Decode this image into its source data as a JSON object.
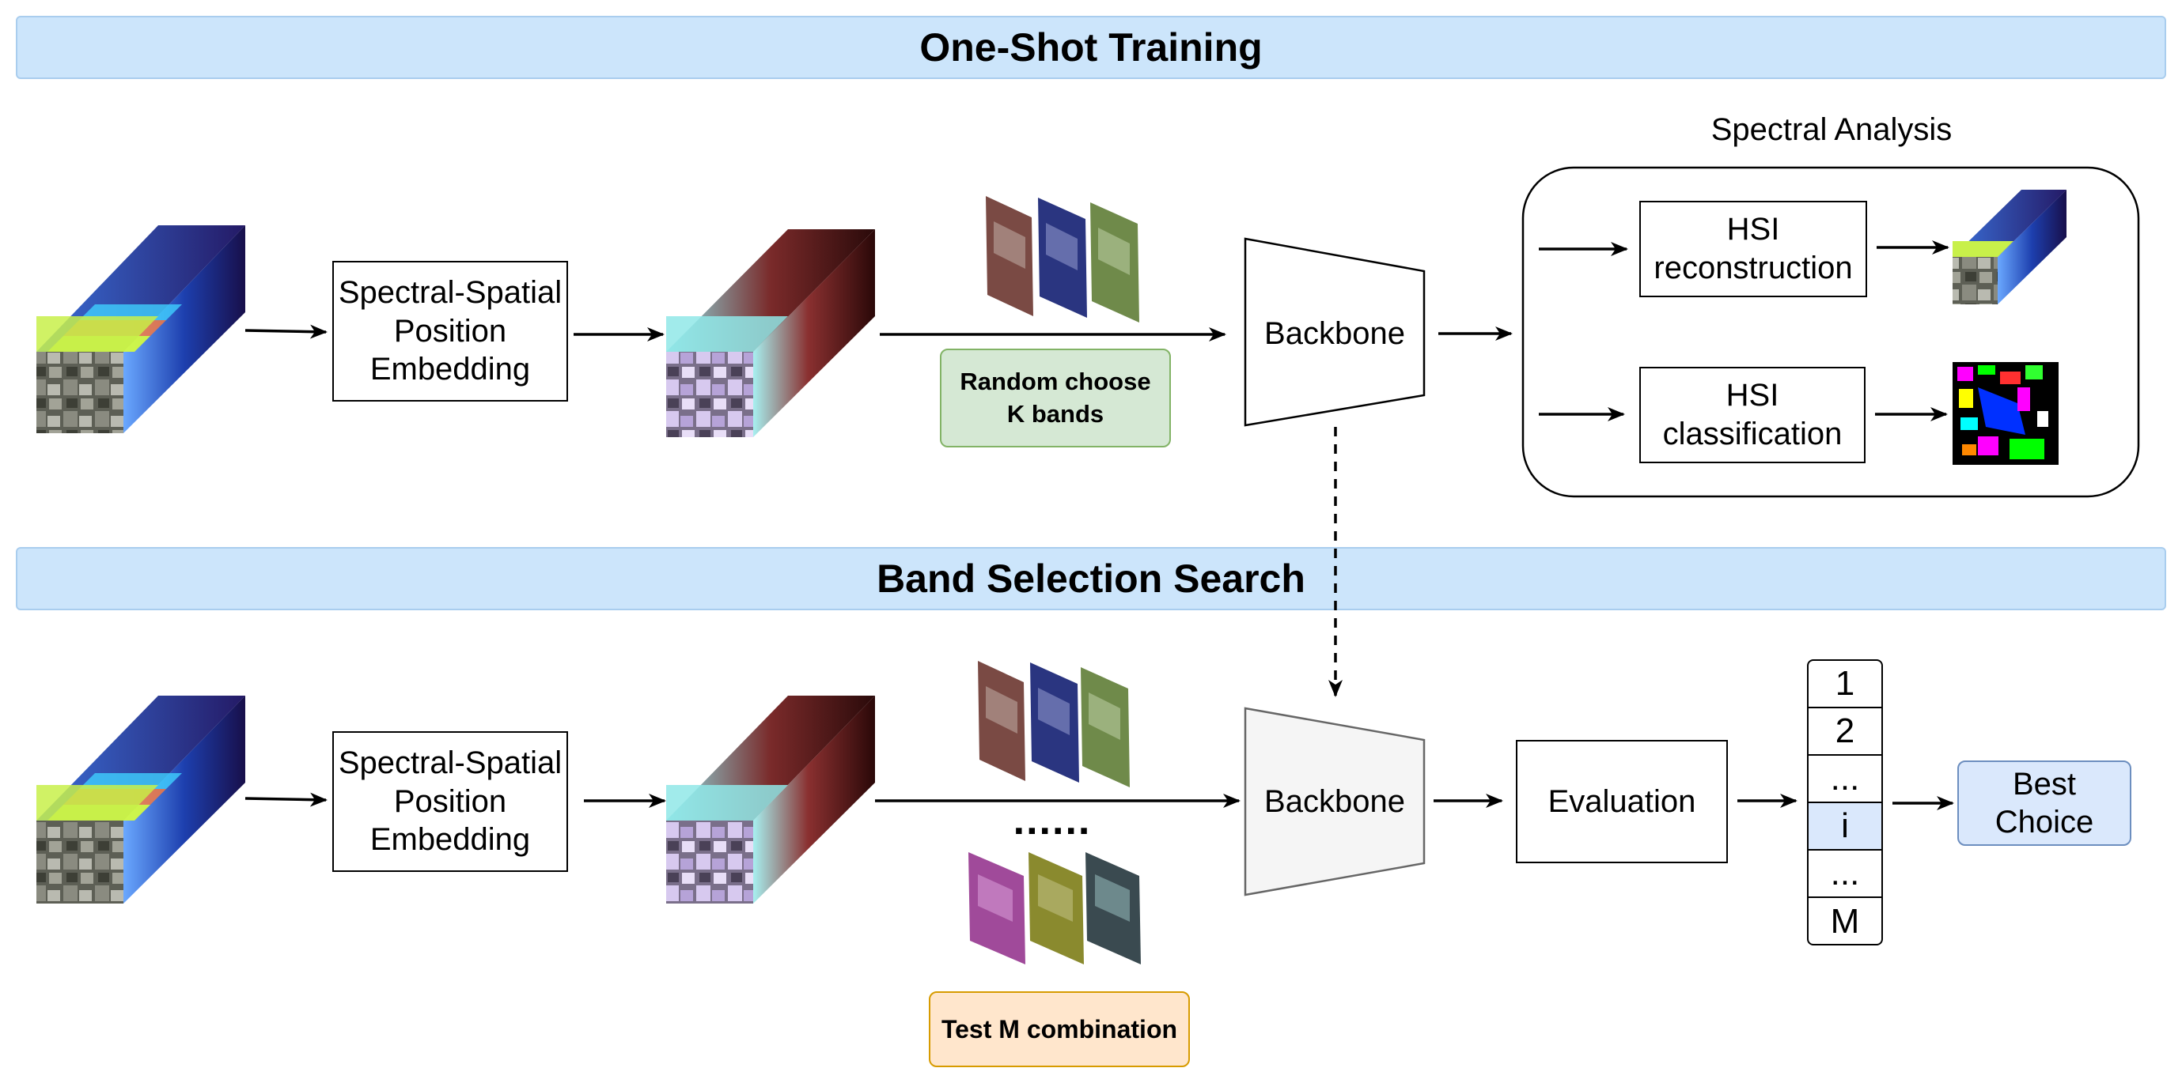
{
  "banners": {
    "training": "One-Shot Training",
    "search": "Band Selection Search"
  },
  "training": {
    "embedding_label": "Spectral-Spatial\nPosition\nEmbedding",
    "random_label": "Random choose\nK bands",
    "backbone_label": "Backbone",
    "analysis_title": "Spectral Analysis",
    "reconstruction_label": "HSI\nreconstruction",
    "classification_label": "HSI\nclassification"
  },
  "search": {
    "embedding_label": "Spectral-Spatial\nPosition\nEmbedding",
    "ellipsis": "......",
    "test_label": "Test M combination",
    "backbone_label": "Backbone",
    "evaluation_label": "Evaluation",
    "candidates": [
      "1",
      "2",
      "...",
      "i",
      "...",
      "M"
    ],
    "highlighted_index": 3,
    "best_label": "Best\nChoice"
  },
  "colors": {
    "banner": "#cce5fb",
    "green_box": "#d5e8d4",
    "orange_box": "#ffe6cc",
    "best_box": "#dae8fc",
    "backbone_search_fill": "#f5f5f5"
  },
  "icons": {
    "hsi_cube": "hyperspectral-cube-icon",
    "band_image": "band-slice-icon",
    "class_map": "classification-map-icon"
  }
}
